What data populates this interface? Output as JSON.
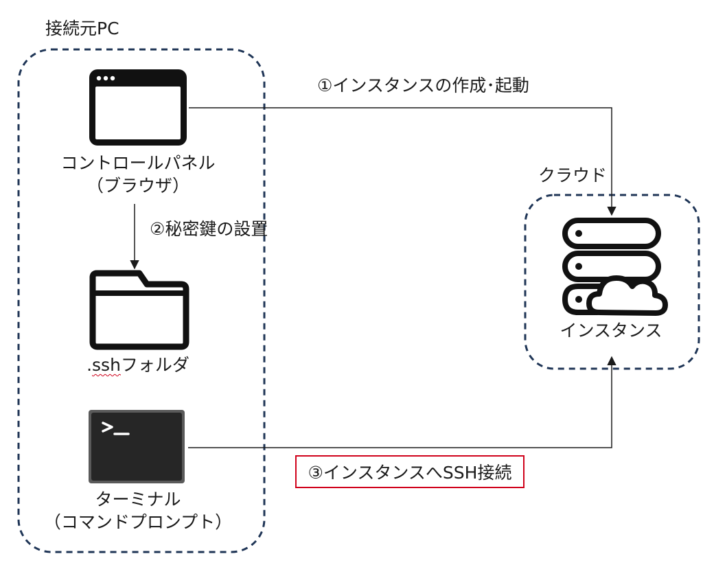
{
  "groups": {
    "client_pc": {
      "title": "接続元PC"
    },
    "cloud": {
      "title": "クラウド"
    }
  },
  "nodes": {
    "control_panel": {
      "line1": "コントロールパネル",
      "line2": "（ブラウザ）",
      "icon": "browser-window-icon"
    },
    "ssh_folder": {
      "prefix": ".",
      "name": "ssh",
      "suffix": "フォルダ",
      "icon": "folder-icon"
    },
    "terminal": {
      "line1": "ターミナル",
      "line2": "（コマンドプロンプト）",
      "icon": "terminal-icon",
      "prompt": ">_"
    },
    "instance": {
      "label": "インスタンス",
      "icon": "server-cloud-icon"
    }
  },
  "edges": {
    "create_start": {
      "label": "①インスタンスの作成･起動"
    },
    "place_key": {
      "label": "②秘密鍵の設置"
    },
    "ssh_connect": {
      "label": "③インスタンスへSSH接続",
      "highlight_color": "#d0021b"
    }
  },
  "colors": {
    "group_border": "#1f3556",
    "line": "#1a1a1a",
    "highlight": "#d0021b"
  }
}
